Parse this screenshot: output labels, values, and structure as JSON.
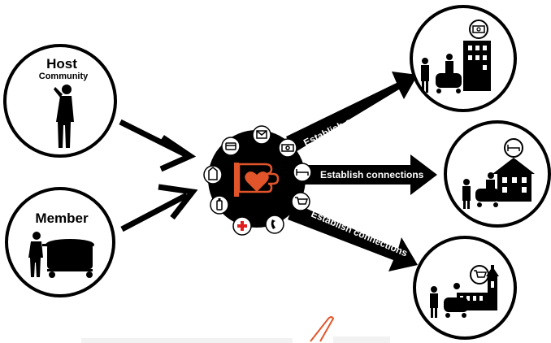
{
  "sources": {
    "host": {
      "title": "Host",
      "subtitle": "Community"
    },
    "member": {
      "title": "Member"
    }
  },
  "connections": [
    {
      "label": "Establish connections"
    },
    {
      "label": "Establish connections"
    },
    {
      "label": "Establish connections"
    }
  ],
  "hub": {
    "icon": "heart-in-hand-icon",
    "ring_icons": [
      "mail-icon",
      "money-icon",
      "bed-icon",
      "cart-icon",
      "phone-icon",
      "red-cross-icon",
      "bottle-icon",
      "building-icon",
      "pay-card-icon"
    ]
  },
  "destinations": [
    {
      "icon": "money-icon",
      "scene": "office-building"
    },
    {
      "icon": "bed-icon",
      "scene": "house"
    },
    {
      "icon": "cart-icon",
      "scene": "church"
    }
  ],
  "colors": {
    "accent": "#e2552a",
    "ink": "#000000",
    "cross": "#e02020",
    "paper": "#ffffff"
  }
}
